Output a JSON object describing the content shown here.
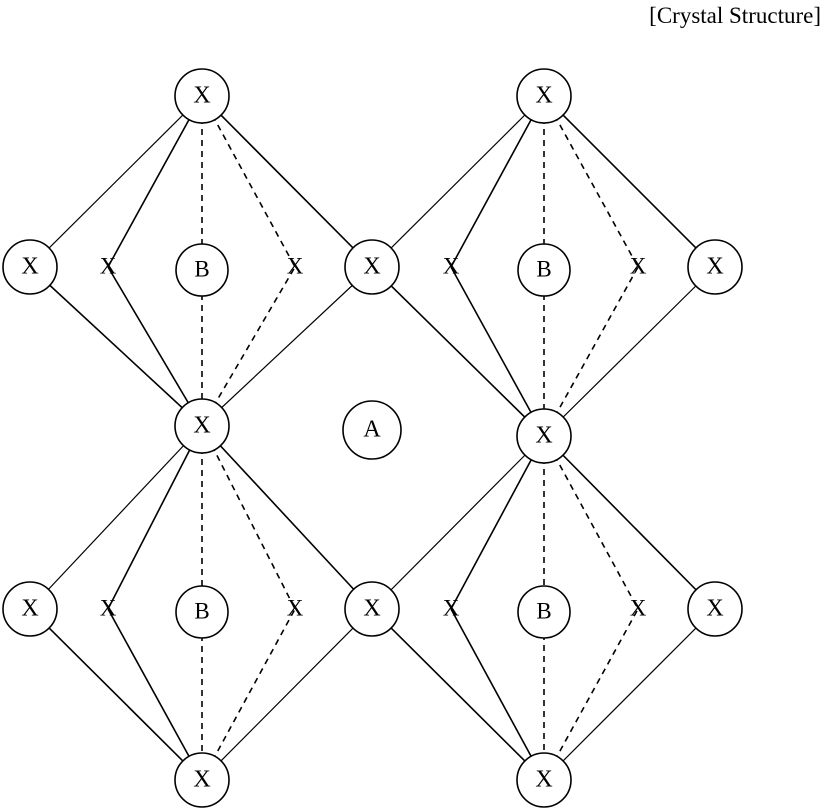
{
  "title": "[Crystal Structure]",
  "colors": {
    "line": "#000000",
    "background": "#ffffff"
  },
  "octahedra": [
    {
      "apex_top": "X",
      "apex_bottom": "X",
      "left": "X",
      "right": "X",
      "front_left": "X",
      "back_right": "X",
      "center": "B"
    },
    {
      "apex_top": "X",
      "apex_bottom": "X",
      "left": "X",
      "right": "X",
      "front_left": "X",
      "back_right": "X",
      "center": "B"
    },
    {
      "apex_top": "X",
      "apex_bottom": "X",
      "left": "X",
      "right": "X",
      "front_left": "X",
      "back_right": "X",
      "center": "B"
    },
    {
      "apex_top": "X",
      "apex_bottom": "X",
      "left": "X",
      "right": "X",
      "front_left": "X",
      "back_right": "X",
      "center": "B"
    }
  ],
  "a_site": {
    "label": "A"
  }
}
